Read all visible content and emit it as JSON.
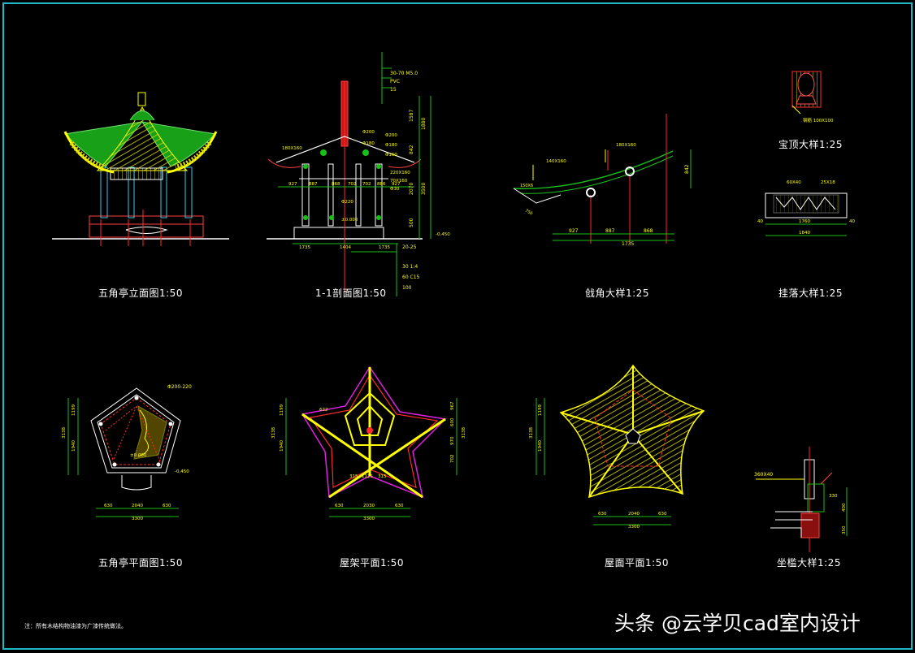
{
  "drawing": {
    "captions": {
      "elevation": "五角亭立面图1:50",
      "section": "1-1剖面图1:50",
      "eave_corner": "戗角大样1:25",
      "finial": "宝顶大样1:25",
      "hanging_lattice": "挂落大样1:25",
      "floor_plan": "五角亭平面图1:50",
      "roof_frame": "屋架平面1:50",
      "roof_plan": "屋面平面1:50",
      "bench": "坐槛大样1:25"
    },
    "note": "注：所有木结构物油漆为广漆传统做法。",
    "watermark": "头条 @云学贝cad室内设计",
    "dims": {
      "sec_top": [
        "30-70  M5.0",
        "PVC",
        "15"
      ],
      "sec_right": [
        "1587",
        "1880",
        "842",
        "2070",
        "3500",
        "500"
      ],
      "sec_bottom_dims": [
        "927",
        "887",
        "868",
        "702",
        "702",
        "886",
        "927"
      ],
      "sec_total": [
        "1735",
        "1404",
        "1735"
      ],
      "sec_labels": [
        "180X160",
        "Φ200",
        "Φ180",
        "Φ160",
        "Φ200",
        "Φ180",
        "Φ220",
        "220X160",
        "70X160",
        "Φ30"
      ],
      "sec_levels": [
        "±0.000",
        "-0.450"
      ],
      "sec_found": [
        "20-25",
        "30  1:4",
        "60  C15",
        "100"
      ],
      "eave_labels": [
        "140X160",
        "180X160",
        "150X6",
        "842",
        "927",
        "887",
        "868",
        "1735",
        "750"
      ],
      "finial_label": "钢筋 100X100",
      "lattice_labels": [
        "60X40",
        "25X18",
        "40",
        "1760",
        "40",
        "1840"
      ],
      "plan_labels": [
        "Φ200-220",
        "±0.000",
        "-0.450",
        "1199",
        "1940",
        "3138",
        "630",
        "2040",
        "630",
        "3300"
      ],
      "frame_labels": [
        "622",
        "1199",
        "1940",
        "3138",
        "967",
        "600",
        "970",
        "702",
        "1125",
        "315",
        "630",
        "2030",
        "630",
        "3300",
        "315"
      ],
      "roof_labels": [
        "1199",
        "1940",
        "3138",
        "630",
        "2040",
        "630",
        "3300"
      ],
      "bench_labels": [
        "360X40",
        "330",
        "400",
        "350"
      ]
    }
  }
}
